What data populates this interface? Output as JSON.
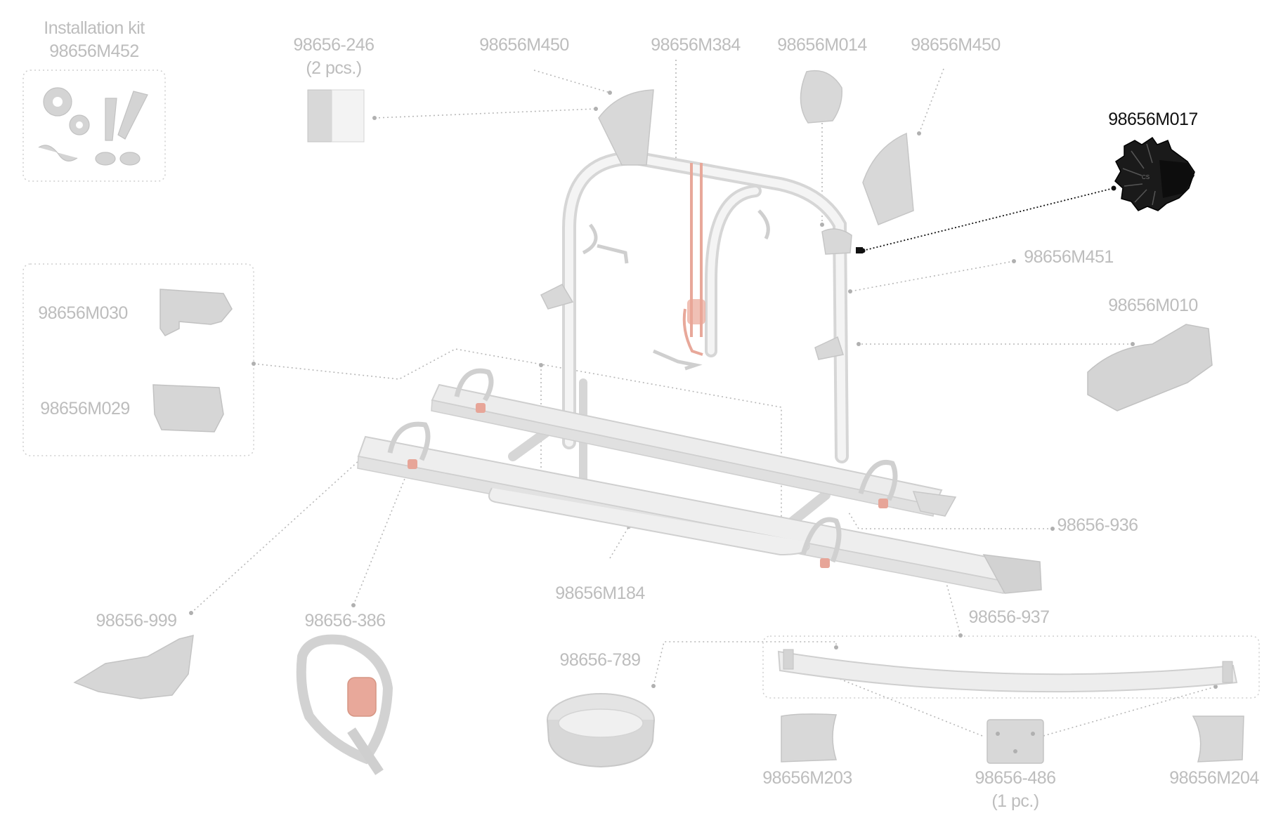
{
  "colors": {
    "faded_label": "#bdbdbd",
    "highlight_label": "#111111",
    "part_fill": "#dcdcdc",
    "part_stroke": "#c4c4c4",
    "strap_accent": "#e8a89a",
    "leader": "#b8b8b8"
  },
  "highlighted_part": "98656M017",
  "labels": {
    "installation_kit": {
      "line1": "Installation kit",
      "line2": "98656M452"
    },
    "p_246": {
      "line1": "98656-246",
      "line2": "(2 pcs.)"
    },
    "p_M450_left": "98656M450",
    "p_M384": "98656M384",
    "p_M014": "98656M014",
    "p_M450_right": "98656M450",
    "p_M017": "98656M017",
    "p_M451": "98656M451",
    "p_M010": "98656M010",
    "p_M030": "98656M030",
    "p_M029": "98656M029",
    "p_936": "98656-936",
    "p_M184": "98656M184",
    "p_937": "98656-937",
    "p_999": "98656-999",
    "p_386": "98656-386",
    "p_789": "98656-789",
    "p_M203": "98656M203",
    "p_486": {
      "line1": "98656-486",
      "line2": "(1 pc.)"
    },
    "p_M204": "98656M204"
  }
}
